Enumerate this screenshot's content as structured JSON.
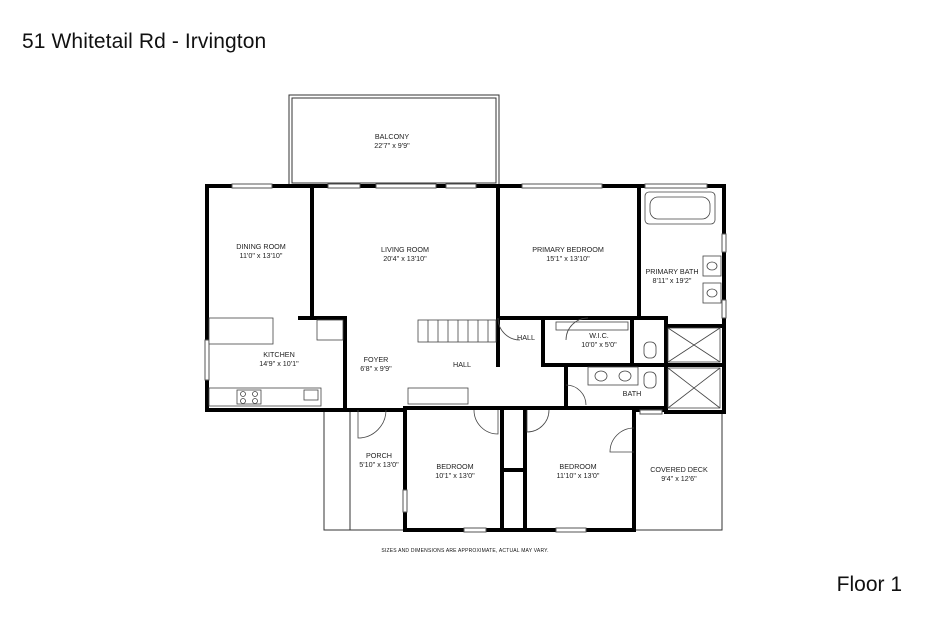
{
  "header": {
    "title": "51 Whitetail Rd - Irvington"
  },
  "footer": {
    "floor_label": "Floor 1",
    "disclaimer": "SIZES AND DIMENSIONS ARE APPROXIMATE, ACTUAL MAY VARY."
  },
  "rooms": {
    "balcony": {
      "name": "BALCONY",
      "size": "22'7\" x 9'9\""
    },
    "dining_room": {
      "name": "DINING ROOM",
      "size": "11'0\" x 13'10\""
    },
    "living_room": {
      "name": "LIVING ROOM",
      "size": "20'4\" x 13'10\""
    },
    "primary_bedroom": {
      "name": "PRIMARY BEDROOM",
      "size": "15'1\" x 13'10\""
    },
    "primary_bath": {
      "name": "PRIMARY BATH",
      "size": "8'11\" x 19'2\""
    },
    "kitchen": {
      "name": "KITCHEN",
      "size": "14'9\" x 10'1\""
    },
    "foyer": {
      "name": "FOYER",
      "size": "6'8\" x 9'9\""
    },
    "hall_main": {
      "name": "HALL"
    },
    "hall_small": {
      "name": "HALL"
    },
    "wic": {
      "name": "W.I.C.",
      "size": "10'0\" x 5'0\""
    },
    "bath": {
      "name": "BATH"
    },
    "porch": {
      "name": "PORCH",
      "size": "5'10\" x 13'0\""
    },
    "bedroom_1": {
      "name": "BEDROOM",
      "size": "10'1\" x 13'0\""
    },
    "bedroom_2": {
      "name": "BEDROOM",
      "size": "11'10\" x 13'0\""
    },
    "covered_deck": {
      "name": "COVERED DECK",
      "size": "9'4\" x 12'6\""
    }
  }
}
